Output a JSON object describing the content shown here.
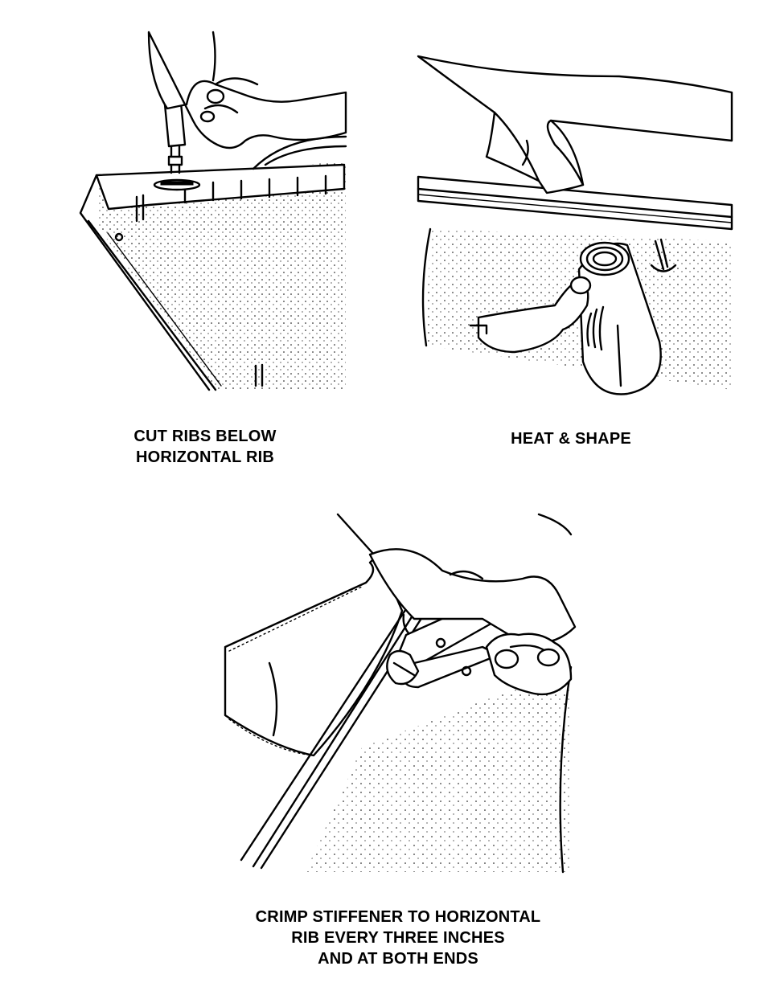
{
  "captions": {
    "panel1": {
      "line1": "CUT RIBS BELOW",
      "line2": "HORIZONTAL RIB"
    },
    "panel2": {
      "line1": "HEAT & SHAPE"
    },
    "panel3": {
      "line1": "CRIMP STIFFENER TO HORIZONTAL",
      "line2": "RIB EVERY THREE INCHES",
      "line3": "AND AT BOTH ENDS"
    }
  },
  "icons": {
    "panel1": "hand-with-rotary-cutter-illustration",
    "panel2": "hand-with-heat-gun-illustration",
    "panel3": "hands-with-crimping-pliers-illustration"
  }
}
